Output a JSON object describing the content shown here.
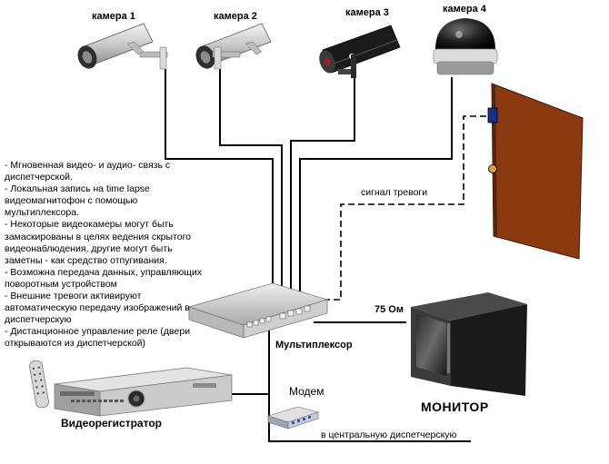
{
  "cameras": [
    {
      "label": "камера 1"
    },
    {
      "label": "камера 2"
    },
    {
      "label": "камера 3"
    },
    {
      "label": "камера 4"
    }
  ],
  "features": [
    "- Мгновенная видео- и аудио- связь с",
    "диспетчерской.",
    "- Локальная запись на time lapse",
    "видеомагнитофон с помощью",
    "мультиплексора.",
    "- Некоторые видеокамеры могут быть",
    "замаскированы в целях ведения скрытого",
    "видеонаблюдения, другие могут быть",
    "заметны - как средство отпугивания.",
    "- Возможна передача данных, управляющих",
    "поворотным устройством",
    "- Внешние тревоги активируют",
    "автоматическую передачу  изображений в",
    "диспетчерскую",
    "- Дистанционное управление реле (двери",
    "открываются из диспетчерской)"
  ],
  "labels": {
    "alarm_signal": "сигнал тревоги",
    "ohm": "75 Ом",
    "multiplexer": "Мультиплексор",
    "monitor": "МОНИТОР",
    "modem": "Модем",
    "recorder": "Видеорегистратор",
    "central": "в центральную диспетчерскую"
  },
  "colors": {
    "line": "#000000",
    "door": "#8b3a0f",
    "sensor": "#1a2f8a"
  }
}
